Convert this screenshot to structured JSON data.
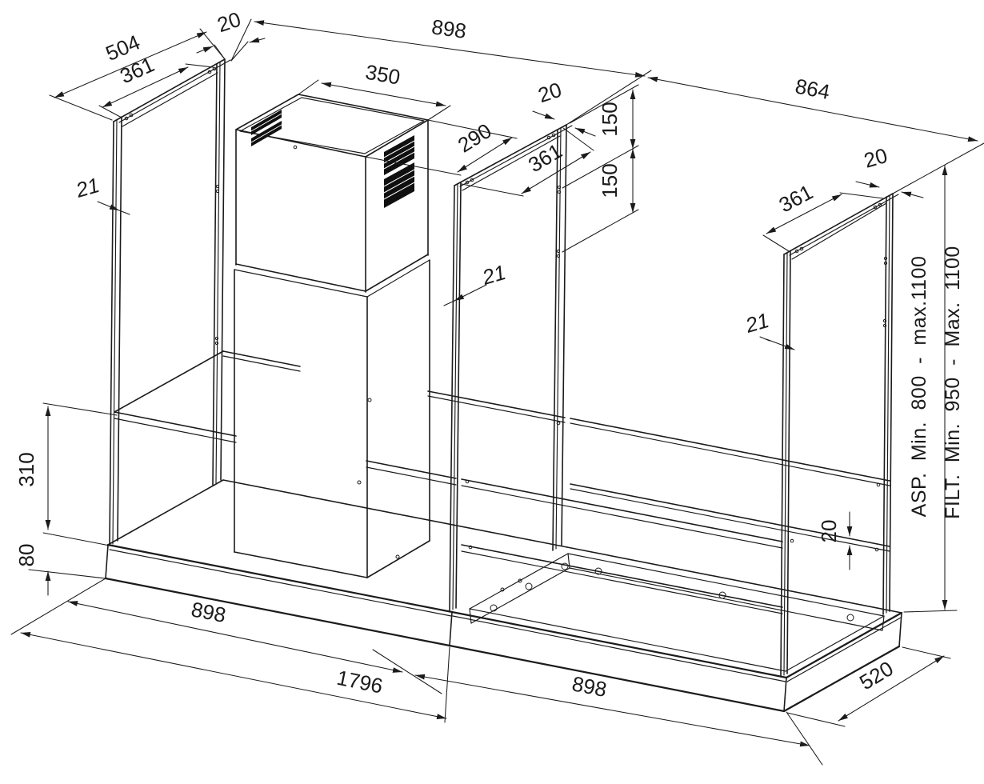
{
  "drawing": {
    "kind": "isometric installation drawing",
    "subject": "island hood frame modules with telescopic chimney duct",
    "line_color": "#1b1b1b",
    "background_color": "#ffffff"
  },
  "dims": {
    "left_frame_depth": "504",
    "left_frame_width": "361",
    "left_rail_thickness": "20",
    "top_span_left": "898",
    "top_span_right": "864",
    "chimney_width": "350",
    "chimney_depth": "290",
    "mid_rail_thickness": "20",
    "mid_frame_width": "361",
    "hole_spacing_upper": "150",
    "hole_spacing_lower": "150",
    "left_post_width": "21",
    "mid_post_width": "21",
    "right_post_width": "21",
    "right_frame_width": "361",
    "right_rail_thickness": "20",
    "shelf_height": "310",
    "base_height": "80",
    "base_left_length": "898",
    "base_total_length": "1796",
    "base_right_length": "898",
    "base_depth": "520",
    "shelf_thickness": "20"
  },
  "annotations": {
    "asp": "ASP. Min. 800 - max.1100",
    "filt": "FILT. Min. 950 - Max. 1100"
  }
}
